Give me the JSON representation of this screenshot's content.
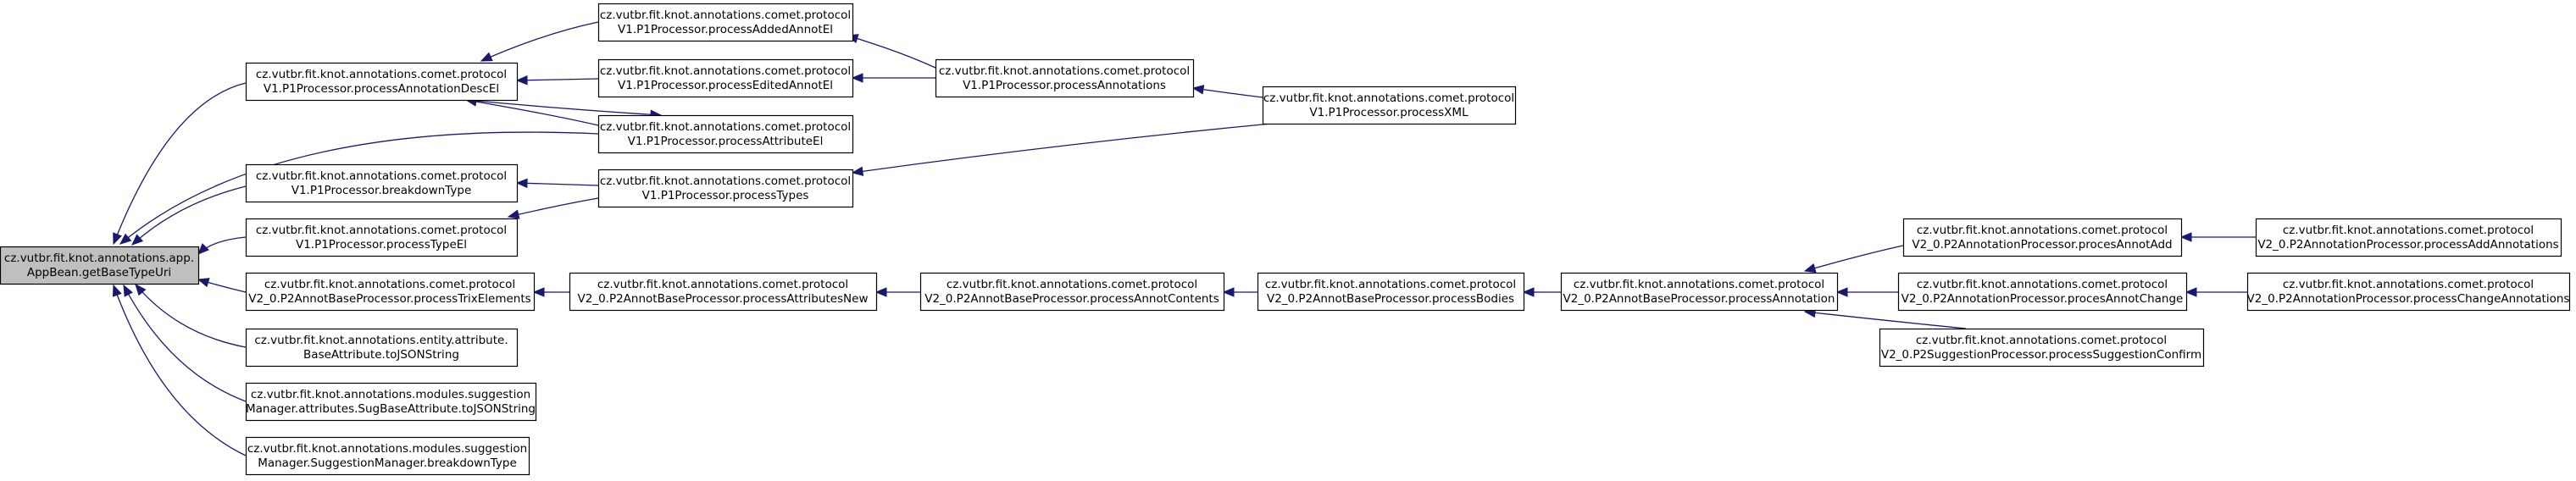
{
  "diagram": {
    "title": "",
    "nodes": [
      {
        "id": "root",
        "lines": [
          "cz.vutbr.fit.knot.annotations.app.",
          "AppBean.getBaseTypeUri"
        ],
        "highlight": true
      },
      {
        "id": "pAnnotDesc",
        "lines": [
          "cz.vutbr.fit.knot.annotations.comet.protocol",
          "V1.P1Processor.processAnnotationDescEl"
        ]
      },
      {
        "id": "pBreakdown",
        "lines": [
          "cz.vutbr.fit.knot.annotations.comet.protocol",
          "V1.P1Processor.breakdownType"
        ]
      },
      {
        "id": "pTypeEl",
        "lines": [
          "cz.vutbr.fit.knot.annotations.comet.protocol",
          "V1.P1Processor.processTypeEl"
        ]
      },
      {
        "id": "pTrix",
        "lines": [
          "cz.vutbr.fit.knot.annotations.comet.protocol",
          "V2_0.P2AnnotBaseProcessor.processTrixElements"
        ]
      },
      {
        "id": "entityJSON",
        "lines": [
          "cz.vutbr.fit.knot.annotations.entity.attribute.",
          "BaseAttribute.toJSONString"
        ]
      },
      {
        "id": "sugJSON",
        "lines": [
          "cz.vutbr.fit.knot.annotations.modules.suggestion",
          "Manager.attributes.SugBaseAttribute.toJSONString"
        ]
      },
      {
        "id": "sugBreakdown",
        "lines": [
          "cz.vutbr.fit.knot.annotations.modules.suggestion",
          "Manager.SuggestionManager.breakdownType"
        ]
      },
      {
        "id": "pAdded",
        "lines": [
          "cz.vutbr.fit.knot.annotations.comet.protocol",
          "V1.P1Processor.processAddedAnnotEl"
        ]
      },
      {
        "id": "pEdited",
        "lines": [
          "cz.vutbr.fit.knot.annotations.comet.protocol",
          "V1.P1Processor.processEditedAnnotEl"
        ]
      },
      {
        "id": "pAttrEl",
        "lines": [
          "cz.vutbr.fit.knot.annotations.comet.protocol",
          "V1.P1Processor.processAttributeEl"
        ]
      },
      {
        "id": "pTypes",
        "lines": [
          "cz.vutbr.fit.knot.annotations.comet.protocol",
          "V1.P1Processor.processTypes"
        ]
      },
      {
        "id": "pAttrNew",
        "lines": [
          "cz.vutbr.fit.knot.annotations.comet.protocol",
          "V2_0.P2AnnotBaseProcessor.processAttributesNew"
        ]
      },
      {
        "id": "pAnnotations",
        "lines": [
          "cz.vutbr.fit.knot.annotations.comet.protocol",
          "V1.P1Processor.processAnnotations"
        ]
      },
      {
        "id": "pAnnotContents",
        "lines": [
          "cz.vutbr.fit.knot.annotations.comet.protocol",
          "V2_0.P2AnnotBaseProcessor.processAnnotContents"
        ]
      },
      {
        "id": "pXML",
        "lines": [
          "cz.vutbr.fit.knot.annotations.comet.protocol",
          "V1.P1Processor.processXML"
        ]
      },
      {
        "id": "pBodies",
        "lines": [
          "cz.vutbr.fit.knot.annotations.comet.protocol",
          "V2_0.P2AnnotBaseProcessor.processBodies"
        ]
      },
      {
        "id": "pAnnotation",
        "lines": [
          "cz.vutbr.fit.knot.annotations.comet.protocol",
          "V2_0.P2AnnotBaseProcessor.processAnnotation"
        ]
      },
      {
        "id": "pAnnotAdd",
        "lines": [
          "cz.vutbr.fit.knot.annotations.comet.protocol",
          "V2_0.P2AnnotationProcessor.procesAnnotAdd"
        ]
      },
      {
        "id": "pAnnotChange",
        "lines": [
          "cz.vutbr.fit.knot.annotations.comet.protocol",
          "V2_0.P2AnnotationProcessor.procesAnnotChange"
        ]
      },
      {
        "id": "pSugConfirm",
        "lines": [
          "cz.vutbr.fit.knot.annotations.comet.protocol",
          "V2_0.P2SuggestionProcessor.processSuggestionConfirm"
        ]
      },
      {
        "id": "pAddAnnotations",
        "lines": [
          "cz.vutbr.fit.knot.annotations.comet.protocol",
          "V2_0.P2AnnotationProcessor.processAddAnnotations"
        ]
      },
      {
        "id": "pChangeAnnotations",
        "lines": [
          "cz.vutbr.fit.knot.annotations.comet.protocol",
          "V2_0.P2AnnotationProcessor.processChangeAnnotations"
        ]
      }
    ],
    "edges": [
      {
        "from": "pAnnotDesc",
        "to": "root"
      },
      {
        "from": "pAttrEl",
        "to": "root"
      },
      {
        "from": "pBreakdown",
        "to": "root"
      },
      {
        "from": "pTypeEl",
        "to": "root"
      },
      {
        "from": "pTrix",
        "to": "root"
      },
      {
        "from": "entityJSON",
        "to": "root"
      },
      {
        "from": "sugJSON",
        "to": "root"
      },
      {
        "from": "sugBreakdown",
        "to": "root"
      },
      {
        "from": "pAdded",
        "to": "pAnnotDesc"
      },
      {
        "from": "pEdited",
        "to": "pAnnotDesc"
      },
      {
        "from": "pAttrEl",
        "to": "pAnnotDesc"
      },
      {
        "from": "pAnnotDesc",
        "to": "pAttrEl"
      },
      {
        "from": "pTypes",
        "to": "pBreakdown"
      },
      {
        "from": "pTypes",
        "to": "pTypeEl"
      },
      {
        "from": "pAttrNew",
        "to": "pTrix"
      },
      {
        "from": "pAnnotations",
        "to": "pAdded"
      },
      {
        "from": "pAnnotations",
        "to": "pEdited"
      },
      {
        "from": "pXML",
        "to": "pAnnotations"
      },
      {
        "from": "pXML",
        "to": "pTypes"
      },
      {
        "from": "pAnnotContents",
        "to": "pAttrNew"
      },
      {
        "from": "pBodies",
        "to": "pAnnotContents"
      },
      {
        "from": "pAnnotation",
        "to": "pBodies"
      },
      {
        "from": "pAnnotAdd",
        "to": "pAnnotation"
      },
      {
        "from": "pAnnotChange",
        "to": "pAnnotation"
      },
      {
        "from": "pSugConfirm",
        "to": "pAnnotation"
      },
      {
        "from": "pAddAnnotations",
        "to": "pAnnotAdd"
      },
      {
        "from": "pChangeAnnotations",
        "to": "pAnnotChange"
      }
    ]
  },
  "colors": {
    "edge": "#191970",
    "node_border": "#000000",
    "root_fill": "#bfbfbf",
    "node_fill": "#ffffff"
  }
}
